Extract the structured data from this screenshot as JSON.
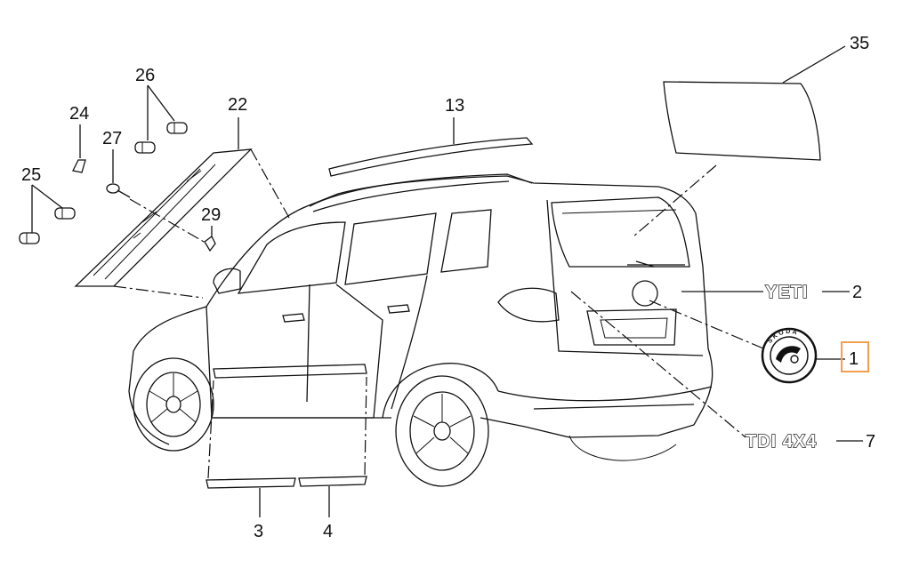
{
  "callouts": {
    "c1": "1",
    "c2": "2",
    "c3": "3",
    "c4": "4",
    "c7": "7",
    "c13": "13",
    "c22": "22",
    "c24": "24",
    "c25": "25",
    "c26": "26",
    "c27": "27",
    "c29": "29",
    "c35": "35"
  },
  "badges": {
    "model": "YETI",
    "engine": "TDI 4X4",
    "brand_ring": "SKODA"
  },
  "highlight": {
    "callout": "1",
    "color": "#f0a050"
  }
}
